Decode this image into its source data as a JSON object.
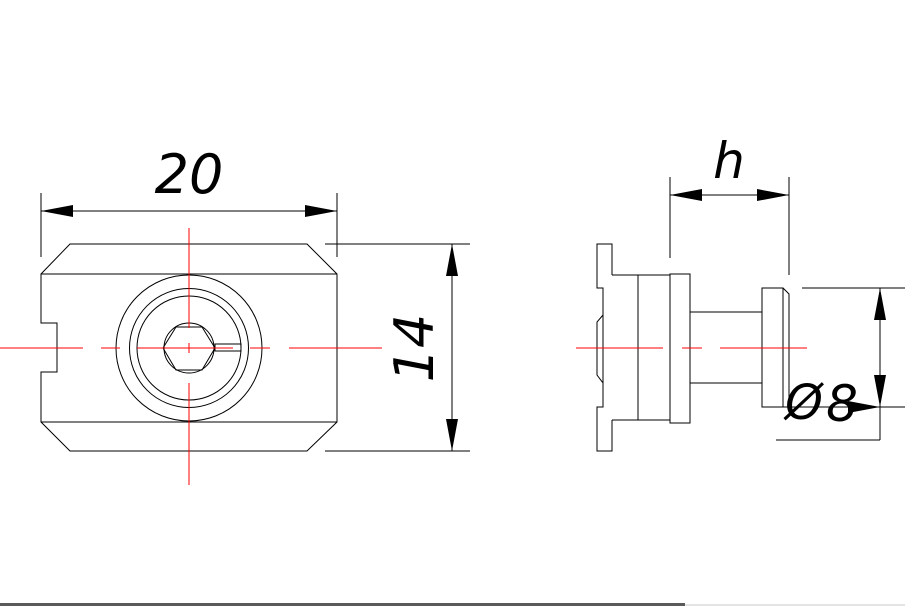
{
  "drawing": {
    "front_view": {
      "width_label": "20",
      "height_label": "14"
    },
    "side_view": {
      "h_label": "h",
      "diameter_symbol": "Ø",
      "diameter_value": "8"
    }
  },
  "colors": {
    "line": "#000000",
    "centerline": "#ff0000"
  }
}
